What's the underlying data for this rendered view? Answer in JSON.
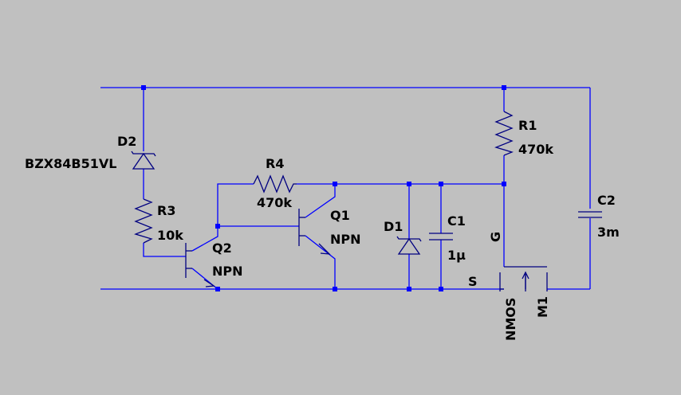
{
  "colors": {
    "background": "#c0c0c0",
    "wire": "#0000ff",
    "component": "#000080",
    "junction": "#0000ff",
    "text": "#000000"
  },
  "components": {
    "d2": {
      "ref": "D2",
      "value": "BZX84B51VL",
      "type": "zener-diode"
    },
    "r3": {
      "ref": "R3",
      "value": "10k",
      "type": "resistor"
    },
    "r4": {
      "ref": "R4",
      "value": "470k",
      "type": "resistor"
    },
    "r1": {
      "ref": "R1",
      "value": "470k",
      "type": "resistor"
    },
    "q2": {
      "ref": "Q2",
      "value": "NPN",
      "type": "npn-transistor"
    },
    "q1": {
      "ref": "Q1",
      "value": "NPN",
      "type": "npn-transistor"
    },
    "d1": {
      "ref": "D1",
      "type": "zener-diode"
    },
    "c1": {
      "ref": "C1",
      "value": "1µ",
      "type": "capacitor"
    },
    "c2": {
      "ref": "C2",
      "value": "3m",
      "type": "capacitor"
    },
    "m1": {
      "ref": "M1",
      "value": "NMOS",
      "type": "nmos-transistor",
      "gate_label": "G",
      "source_label": "S"
    }
  }
}
